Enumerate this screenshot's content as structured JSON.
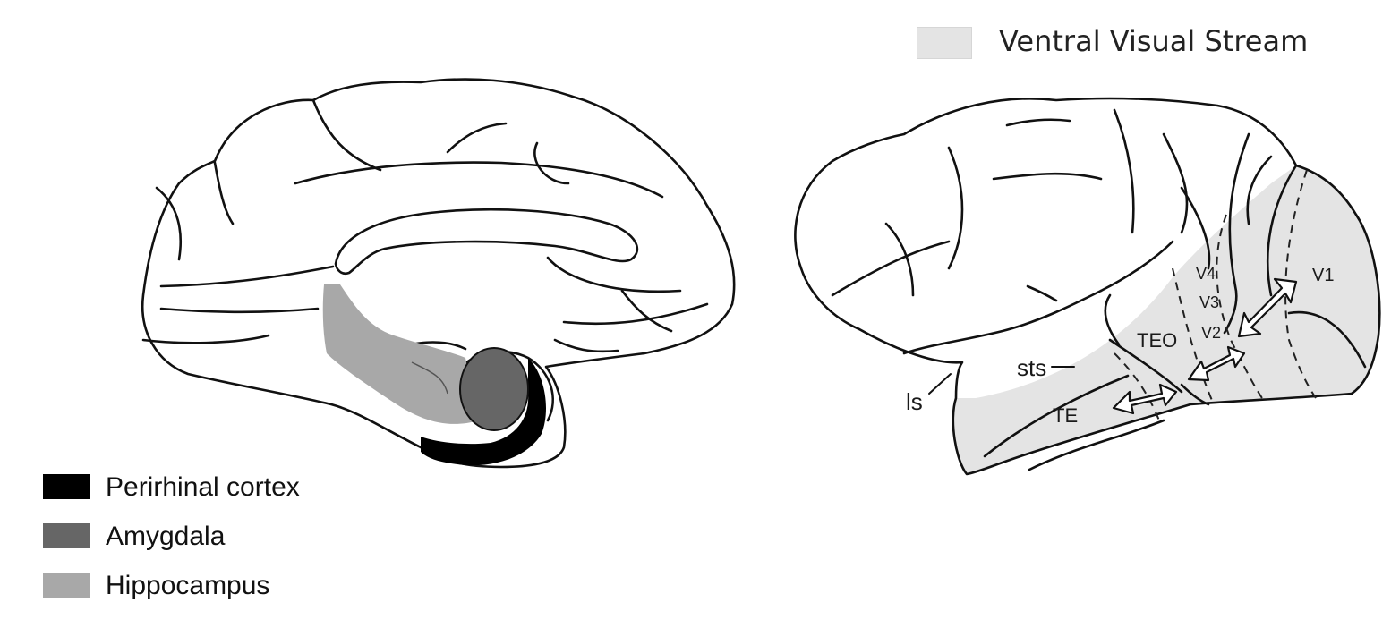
{
  "legend": {
    "items": [
      {
        "label": "Perirhinal cortex",
        "color": "#000000"
      },
      {
        "label": "Amygdala",
        "color": "#666666"
      },
      {
        "label": "Hippocampus",
        "color": "#a8a8a8"
      }
    ],
    "ventral": {
      "label": "Ventral Visual Stream",
      "color": "#e4e4e4"
    }
  },
  "lateral_labels": {
    "v1": "V1",
    "v2": "V2",
    "v3": "V3",
    "v4": "V4",
    "teo": "TEO",
    "te": "TE",
    "sts": "sts",
    "ls": "ls"
  }
}
